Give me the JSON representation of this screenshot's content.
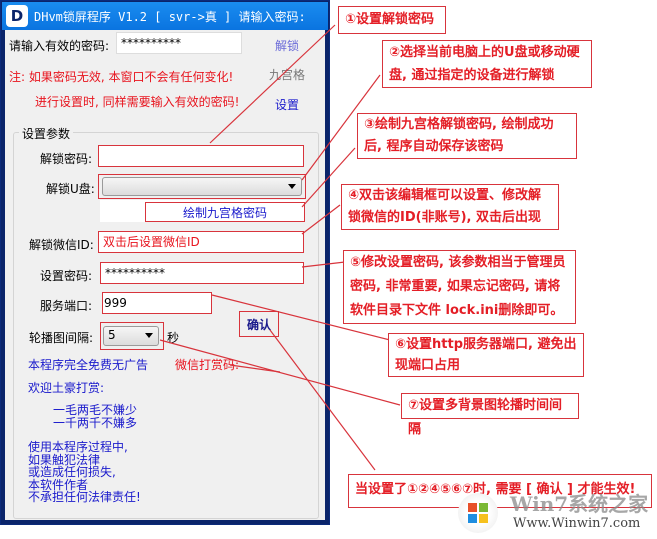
{
  "window": {
    "title": "DHvm锁屏程序 V1.2 [ svr->真 ] 请输入密码:",
    "icon_glyph": "D"
  },
  "login": {
    "password_label": "请输入有效的密码:",
    "password_value": "**********",
    "unlock_link": "解锁",
    "ninegrid_link": "九宫格",
    "settings_link": "设置",
    "note_line1": "注: 如果密码无效, 本窗口不会有任何变化!",
    "note_line2": "进行设置时, 同样需要输入有效的密码!"
  },
  "settings": {
    "group_title": "设置参数",
    "unlock_password_label": "解锁密码:",
    "unlock_password_value": "",
    "unlock_usb_label": "解锁U盘:",
    "unlock_usb_value": "",
    "draw_pattern_button": "绘制九宫格密码",
    "wechat_id_label": "解锁微信ID:",
    "wechat_id_value": "双击后设置微信ID",
    "admin_password_label": "设置密码:",
    "admin_password_value": "**********",
    "port_label": "服务端口:",
    "port_value": "999",
    "confirm_button": "确认",
    "interval_label": "轮播图间隔:",
    "interval_value": "5",
    "interval_unit": "秒"
  },
  "info": {
    "free_text": "本程序完全免费无广告",
    "wechat_donate": "微信打赏码:",
    "welcome": "欢迎土豪打赏:",
    "donate_line1": "一毛两毛不嫌少",
    "donate_line2": "一千两千不嫌多",
    "disclaimer": [
      "使用本程序过程中,",
      "如果触犯法律",
      "或造成任何损失,",
      "本软件作者",
      "不承担任何法律责任!"
    ]
  },
  "annotations": [
    {
      "id": 1,
      "text": "①设置解锁密码"
    },
    {
      "id": 2,
      "text": "②选择当前电脑上的U盘或移动硬盘, 通过指定的设备进行解锁"
    },
    {
      "id": 3,
      "text": "③绘制九宫格解锁密码, 绘制成功后, 程序自动保存该密码"
    },
    {
      "id": 4,
      "text": "④双击该编辑框可以设置、修改解锁微信的ID(非账号), 双击后出现"
    },
    {
      "id": 5,
      "text": "⑤修改设置密码, 该参数相当于管理员密码, 非常重要, 如果忘记密码, 请将软件目录下文件 lock.ini删除即可。"
    },
    {
      "id": 6,
      "text": "⑥设置http服务器端口, 避免出现端口占用"
    },
    {
      "id": 7,
      "text": "⑦设置多背景图轮播时间间隔"
    },
    {
      "id": 8,
      "text": "当设置了①②④⑤⑥⑦时, 需要 [ 确认 ] 才能生效!"
    }
  ],
  "watermark": {
    "brand": "Win7系统之家",
    "url": "Www.Winwin7.com"
  },
  "colors": {
    "titlebar": "#0a74e0",
    "annotation_red": "#e41e26",
    "info_blue": "#1a1acc"
  }
}
